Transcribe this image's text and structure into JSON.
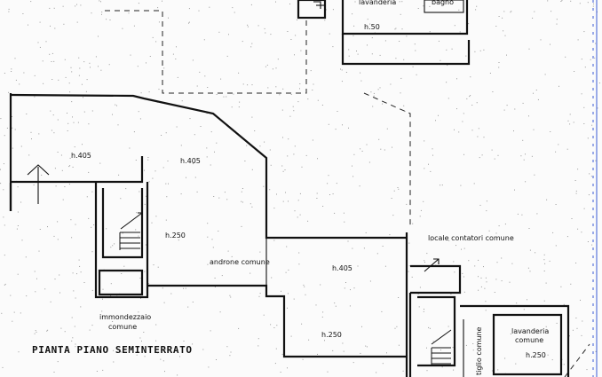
{
  "floor_title": "PIANTA PIANO SEMINTERRATO",
  "rooms": {
    "room_top_left_label": "lavanderia",
    "room_top_right_label": "bagno",
    "room_top_height": "h.50",
    "left_hall_height": "h.405",
    "upper_hall_height": "h.405",
    "stair_height": "h.250",
    "corridor_label": "androne comune",
    "central_hall_height": "h.405",
    "lower_hall_height": "h.250",
    "garbage_room_line1": "immondezzaio",
    "garbage_room_line2": "comune",
    "meter_room_label": "locale contatori comune",
    "laundry_line1": "lavanderia",
    "laundry_line2": "comune",
    "laundry_height": "h.250",
    "vestibule_label": "tiglio comune"
  },
  "colors": {
    "walls": "#111111",
    "dashed_outline": "#222222",
    "margin_line": "#3b5bd6"
  },
  "icons": {
    "entry_arrow": "arrow-up-icon",
    "stair_arrow": "arrow-up-right-icon"
  }
}
